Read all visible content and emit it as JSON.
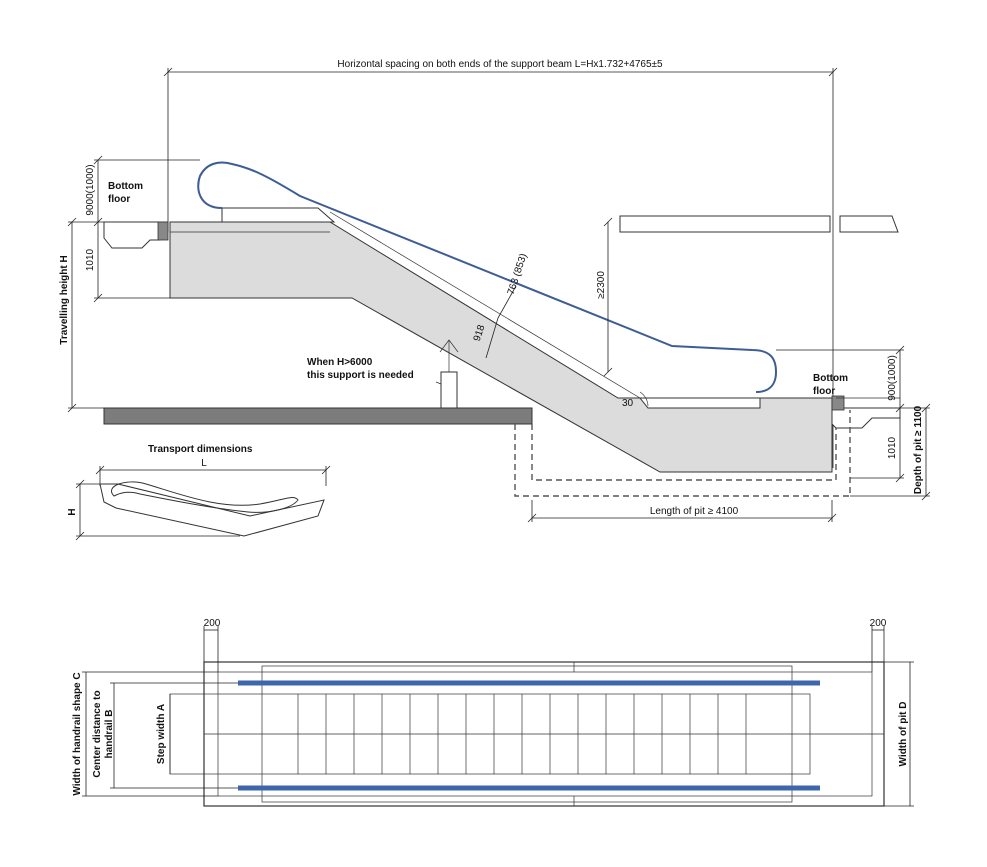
{
  "labels": {
    "beam_spacing": "Horizontal spacing on both ends of the support beam L=Hx1.732+4765±5",
    "top_floor_line1": "Bottom",
    "top_floor_line2": "floor",
    "bottom_floor_line1": "Bottom",
    "bottom_floor_line2": "floor",
    "upper_rail_height": "9000(1000)",
    "lower_rail_height": "900(1000)",
    "upper_1010": "1010",
    "lower_1010": "1010",
    "travelling_height": "Travelling height H",
    "incline_763": "763 (853)",
    "incline_918": "918",
    "clearance": "≥2300",
    "support_note_line1": "When H>6000",
    "support_note_line2": "this support is needed",
    "angle": "30",
    "pit_depth": "Depth of pit ≥ 1100",
    "pit_length": "Length of pit ≥ 4100",
    "transport_title": "Transport dimensions",
    "transport_L": "L",
    "transport_H": "H",
    "plan_200_left": "200",
    "plan_200_right": "200",
    "handrail_shape": "Width of handrail shape C",
    "center_distance_line1": "Center distance to",
    "center_distance_line2": "handrail B",
    "step_width": "Step width A",
    "pit_width": "Width of pit D"
  },
  "colors": {
    "handrail": "#3c5d95",
    "plan_handrail": "#3e65ad",
    "truss_fill": "#dcdcdc",
    "floor_slab": "#7c7c7c"
  }
}
